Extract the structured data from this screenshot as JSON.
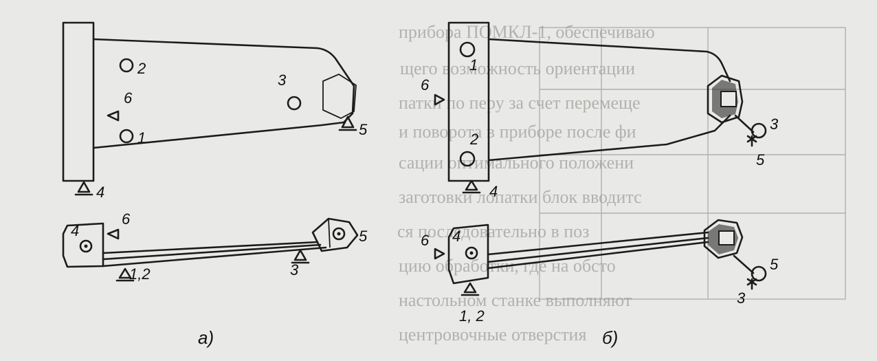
{
  "figure": {
    "labels": {
      "a_top": [
        "2",
        "6",
        "1",
        "3",
        "5",
        "4"
      ],
      "a_bottom": [
        "4",
        "6",
        "5",
        "3",
        "1,2"
      ],
      "b_top": [
        "1",
        "6",
        "2",
        "4",
        "3",
        "5"
      ],
      "b_bottom": [
        "6",
        "4",
        "5",
        "3",
        "1, 2"
      ]
    },
    "captions": {
      "a": "а)",
      "b": "б)"
    }
  },
  "background_text": {
    "lines": [
      "прибора ПОМКЛ-1, обеспечиваю",
      "щего возможность ориентации",
      "патки по перу за счет перемеще",
      "и поворота в приборе после фи",
      "сации оптимального положени",
      "заготовки лопатки блок вводитс",
      "ся последовательно в поз",
      "цию обработки, где на обсто",
      "настольном станке выполняют",
      "центровочные отверстия"
    ]
  }
}
